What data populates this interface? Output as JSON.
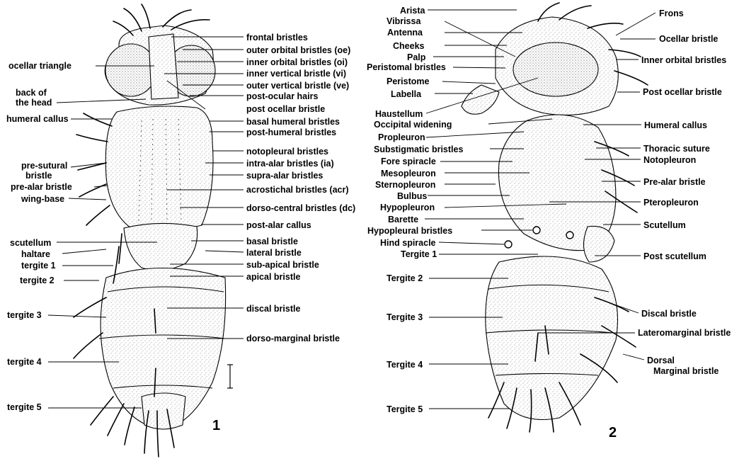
{
  "figure1": {
    "number": "1",
    "left_labels": [
      "ocellar triangle",
      "back of",
      "the head",
      "humeral callus",
      "pre-sutural",
      "bristle",
      "pre-alar bristle",
      "wing-base",
      "scutellum",
      "haltare",
      "tergite 1",
      "tergite 2",
      "tergite 3",
      "tergite 4",
      "tergite 5"
    ],
    "right_labels": [
      "frontal bristles",
      "outer orbital bristles (oe)",
      "inner orbital bristles (oi)",
      "inner vertical bristle (vi)",
      "outer vertical bristle (ve)",
      "post-ocular hairs",
      "post ocellar bristle",
      "basal humeral bristles",
      "post-humeral bristles",
      "notopleural bristles",
      "intra-alar bristles (ia)",
      "supra-alar bristles",
      "acrostichal bristles (acr)",
      "dorso-central bristles (dc)",
      "post-alar callus",
      "basal bristle",
      "lateral bristle",
      "sub-apical bristle",
      "apical bristle",
      "discal bristle",
      "dorso-marginal bristle"
    ]
  },
  "figure2": {
    "number": "2",
    "left_labels": [
      "Arista",
      "Vibrissa",
      "Antenna",
      "Cheeks",
      "Palp",
      "Peristomal bristles",
      "Peristome",
      "Labella",
      "Haustellum",
      "Occipital widening",
      "Propleuron",
      "Substigmatic bristles",
      "Fore spiracle",
      "Mesopleuron",
      "Sternopleuron",
      "Bulbus",
      "Hypopleuron",
      "Barette",
      "Hypopleural bristles",
      "Hind spiracle",
      "Tergite 1",
      "Tergite 2",
      "Tergite 3",
      "Tergite 4",
      "Tergite 5"
    ],
    "right_labels": [
      "Frons",
      "Ocellar bristle",
      "Inner orbital bristles",
      "Post ocellar bristle",
      "Humeral callus",
      "Thoracic suture",
      "Notopleuron",
      "Pre-alar bristle",
      "Pteropleuron",
      "Scutellum",
      "Post scutellum",
      "Discal bristle",
      "Lateromarginal bristle",
      "Dorsal",
      "Marginal bristle"
    ]
  },
  "colors": {
    "ink": "#000000",
    "paper": "#ffffff",
    "stipple": "#8a8a8a"
  }
}
